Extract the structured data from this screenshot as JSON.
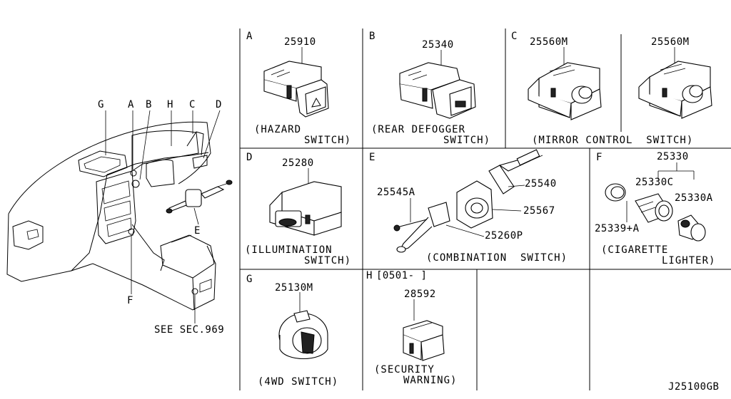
{
  "overview": {
    "callouts": {
      "g": "G",
      "a": "A",
      "b": "B",
      "h": "H",
      "c": "C",
      "d": "D",
      "e": "E",
      "f": "F"
    },
    "see_section": "SEE SEC.969"
  },
  "panels": {
    "A": {
      "letter": "A",
      "part": "25910",
      "caption_line1": "(HAZARD",
      "caption_line2": "SWITCH)"
    },
    "B": {
      "letter": "B",
      "part": "25340",
      "caption_line1": "(REAR DEFOGGER",
      "caption_line2": "SWITCH)"
    },
    "C": {
      "letter": "C",
      "part_left": "25560M",
      "part_right": "25560M",
      "caption": "(MIRROR CONTROL  SWITCH)"
    },
    "D": {
      "letter": "D",
      "part": "25280",
      "caption_line1": "(ILLUMINATION",
      "caption_line2": "SWITCH)"
    },
    "E": {
      "letter": "E",
      "parts": {
        "p1": "25545A",
        "p2": "25540",
        "p3": "25567",
        "p4": "25260P"
      },
      "caption": "(COMBINATION  SWITCH)"
    },
    "F": {
      "letter": "F",
      "parts": {
        "p1": "25330",
        "p2": "25330C",
        "p3": "25330A",
        "p4": "25339+A"
      },
      "caption_line1": "(CIGARETTE",
      "caption_line2": "LIGHTER)"
    },
    "G": {
      "letter": "G",
      "part": "25130M",
      "caption": "(4WD SWITCH)"
    },
    "H": {
      "letter": "H",
      "date": "[0501-      ]",
      "part": "28592",
      "caption_line1": "(SECURITY",
      "caption_line2": "WARNING)"
    }
  },
  "diagram_code": "J25100GB"
}
